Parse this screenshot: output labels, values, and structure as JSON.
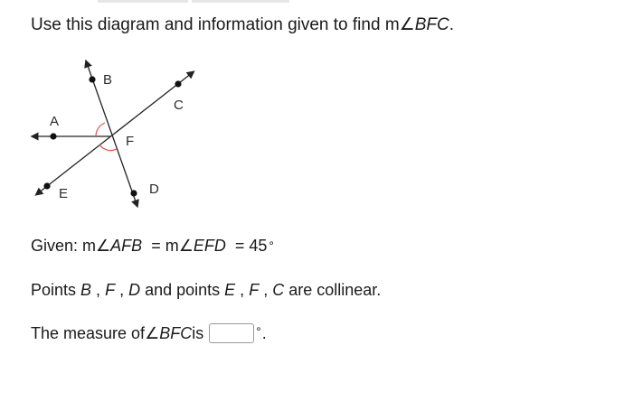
{
  "question": {
    "prefix": "Use this diagram and information given to find m",
    "angle_symbol": "∠",
    "angle_name": "BFC",
    "suffix": "."
  },
  "diagram": {
    "labels": {
      "A": "A",
      "B": "B",
      "C": "C",
      "D": "D",
      "E": "E",
      "F": "F"
    },
    "line_color": "#222222",
    "arc_color": "#e05050"
  },
  "given": {
    "prefix": "Given: m",
    "angle1": "AFB",
    "middle": " = m",
    "angle2": "EFD",
    "equals": " = 45",
    "degree": "∘"
  },
  "points": {
    "prefix": "Points ",
    "p1": "B",
    "sep1": " , ",
    "p2": "F",
    "sep2": " , ",
    "p3": "D",
    "middle": " and points ",
    "p4": "E",
    "sep3": " , ",
    "p5": "F",
    "sep4": " , ",
    "p6": "C",
    "suffix": " are collinear."
  },
  "answer": {
    "prefix": "The measure of ",
    "angle_symbol": "∠",
    "angle_name": "BFC",
    "is": " is",
    "degree": "∘",
    "period": ".",
    "value": ""
  }
}
